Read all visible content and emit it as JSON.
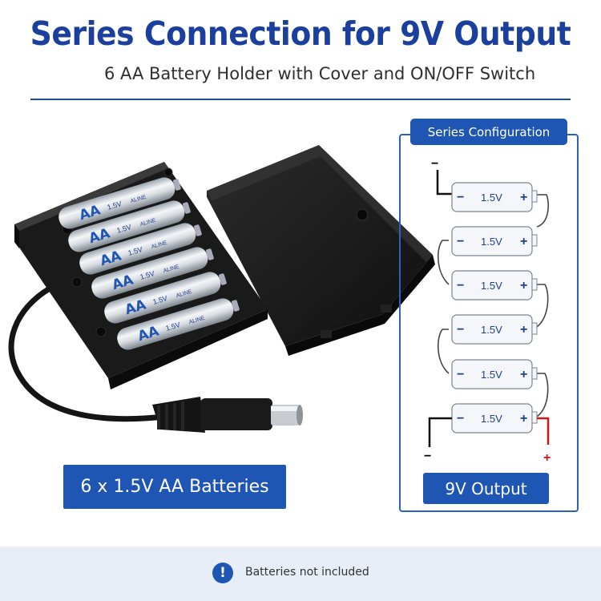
{
  "header": {
    "title": "Series Connection for 9V Output",
    "subtitle": "6 AA Battery Holder with Cover and ON/OFF Switch"
  },
  "product": {
    "battery_label": "AA",
    "battery_voltage": "1.5V",
    "battery_brand": "ALINE",
    "caption": "6 x 1.5V AA Batteries"
  },
  "series_panel": {
    "title": "Series Configuration",
    "cell_voltage": "1.5V",
    "cell_count": 6,
    "minus_sign": "−",
    "plus_sign": "+",
    "terminal_negative": "−",
    "terminal_positive": "+",
    "output_label": "9V Output"
  },
  "footer": {
    "notice": "Batteries not included",
    "icon": "info-icon"
  },
  "colors": {
    "brand_blue": "#1f56b4",
    "title_blue": "#1b3f9c",
    "positive_wire": "#d01818",
    "footer_bg": "#e8eef7"
  }
}
